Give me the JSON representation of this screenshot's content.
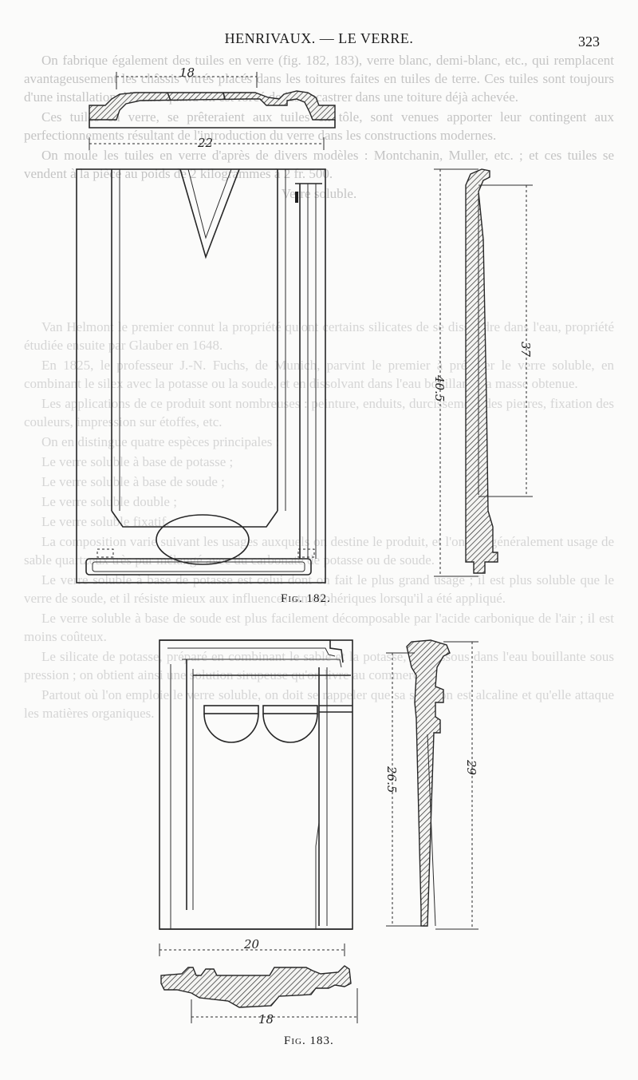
{
  "header": {
    "running_title": "HENRIVAUX. — LE VERRE.",
    "page_number": "323"
  },
  "show_through_text": {
    "top_paragraphs": [
      "On fabrique également des tuiles en verre (fig. 182, 183), verre blanc, demi-blanc, etc., qui remplacent avantageusement les châssis vitrés placés dans les toitures faites en tuiles de terre. Ces tuiles sont toujours d'une installation délicate quand on est forcé de les encastrer dans une toiture déjà achevée.",
      "Ces tuiles en verre, se prêteraient aux tuiles en tôle, sont venues apporter leur contingent aux perfectionnements résultant de l'introduction du verre dans les constructions modernes.",
      "On moule les tuiles en verre d'après de divers modèles : Montchanin, Muller, etc. ; et ces tuiles se vendent à la pièce au poids de 2 kilogrammes à 2 fr. 500."
    ],
    "section_label": "Verre soluble.",
    "lower_paragraphs": [
      "Van Helmont le premier connut la propriété qu'ont certains silicates de se dissoudre dans l'eau, propriété étudiée ensuite par Glauber en 1648.",
      "En 1825, le professeur J.-N. Fuchs, de Munich, parvint le premier à préparer le verre soluble, en combinant le silex avec la potasse ou la soude, et en dissolvant dans l'eau bouillante la masse obtenue.",
      "Les applications de ce produit sont nombreuses : peinture, enduits, durcissement des pierres, fixation des couleurs, impression sur étoffes, etc.",
      "On en distingue quatre espèces principales :",
      "Le verre soluble à base de potasse ;",
      "Le verre soluble à base de soude ;",
      "Le verre soluble double ;",
      "Le verre soluble fixatif.",
      "La composition varie suivant les usages auxquels on destine le produit, et l'on fait généralement usage de sable quartzeux très pur mélangé avec du carbonate de potasse ou de soude.",
      "Le verre soluble à base de potasse est celui dont on fait le plus grand usage ; il est plus soluble que le verre de soude, et il résiste mieux aux influences atmosphériques lorsqu'il a été appliqué.",
      "Le verre soluble à base de soude est plus facilement décomposable par l'acide carbonique de l'air ; il est moins coûteux.",
      "Le silicate de potasse, préparé en combinant le sable et la potasse, est dissous dans l'eau bouillante sous pression ; on obtient ainsi une solution sirupeuse qu'on livre au commerce.",
      "Partout où l'on emploie le verre soluble, on doit se rappeler que sa solution est alcaline et qu'elle attaque les matières organiques."
    ]
  },
  "figures": [
    {
      "caption": "Fig. 182.",
      "dimensions": [
        "18",
        "22",
        "40.5",
        "37"
      ]
    },
    {
      "caption": "Fig. 183.",
      "dimensions": [
        "26.5",
        "29",
        "20",
        "18"
      ]
    }
  ]
}
